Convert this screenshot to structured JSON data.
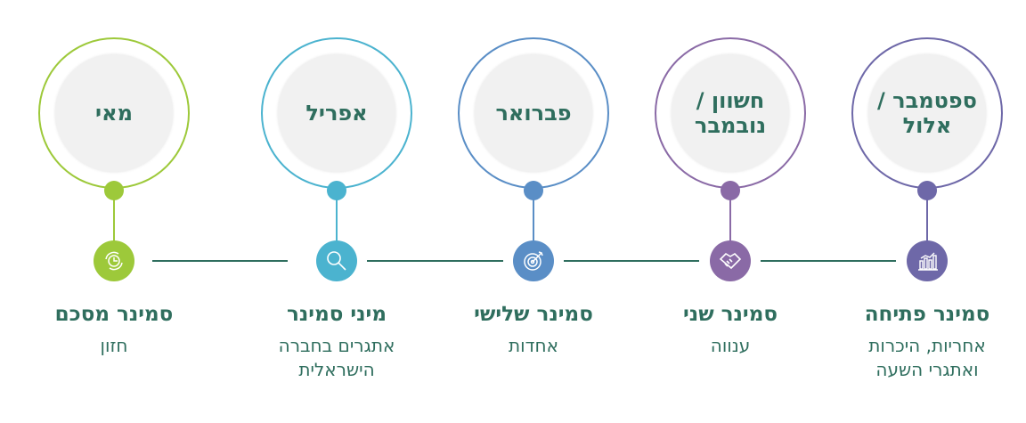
{
  "stages": [
    {
      "month": "ספטמבר / אלול",
      "title": "סמינר פתיחה",
      "subtitle": "אחריות, היכרות ואתגרי השעה",
      "icon": "chart-icon",
      "color": "#6e68a8"
    },
    {
      "month": "חשוון / נובמבר",
      "title": "סמינר שני",
      "subtitle": "ענווה",
      "icon": "handshake-icon",
      "color": "#8a6aa6"
    },
    {
      "month": "פברואר",
      "title": "סמינר שלישי",
      "subtitle": "אחדות",
      "icon": "target-icon",
      "color": "#5a8ec6"
    },
    {
      "month": "אפריל",
      "title": "מיני סמינר",
      "subtitle": "אתגרים בחברה הישראלית",
      "icon": "search-icon",
      "color": "#4bb3cf"
    },
    {
      "month": "מאי",
      "title": "סמינר מסכם",
      "subtitle": "חזון",
      "icon": "clock-cycle-icon",
      "color": "#9dc93a"
    }
  ]
}
